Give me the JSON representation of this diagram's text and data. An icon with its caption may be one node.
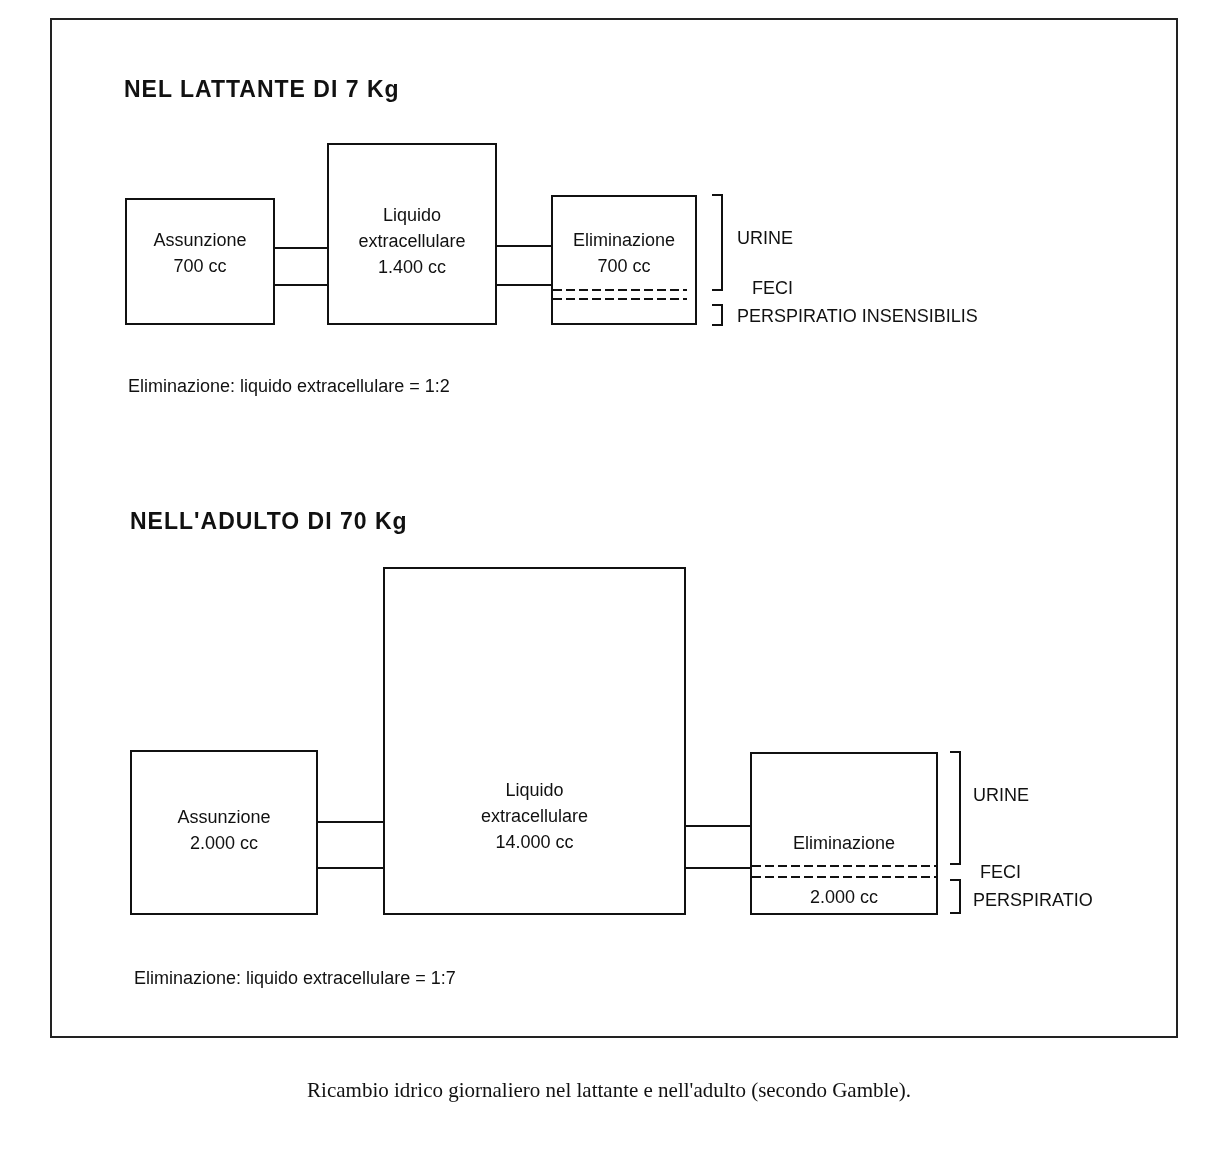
{
  "diagram": {
    "caption": "Ricambio idrico giornaliero nel lattante e nell'adulto (secondo Gamble).",
    "nodes": [
      {
        "text": [
          "Assunzione 700 cc"
        ]
      },
      {
        "text": [
          "Liquido extracellulare 1.400 cc"
        ]
      },
      {
        "text": [
          "Eliminazione 700 cc"
        ]
      },
      {
        "text": [
          "Assunzione 2.000 cc"
        ]
      },
      {
        "text": [
          "Liquido extracellulare 14.000 cc"
        ]
      },
      {
        "text": [
          "Eliminazione",
          "2.000 cc"
        ]
      }
    ],
    "edges": [
      {
        "from": 0,
        "to": 1,
        "arrow": "none"
      },
      {
        "from": 1,
        "to": 2,
        "arrow": "none"
      },
      {
        "from": 3,
        "to": 4,
        "arrow": "none"
      },
      {
        "from": 4,
        "to": 5,
        "arrow": "none"
      }
    ],
    "labels": [
      "NEL LATTANTE DI 7 Kg",
      "URINE",
      "FECI",
      "PERSPIRATIO INSENSIBILIS",
      "Eliminazione: liquido extracellulare = 1:2",
      "NELL'ADULTO DI 70 Kg",
      "URINE",
      "FECI",
      "PERSPIRATIO",
      "Eliminazione: liquido extracellulare = 1:7"
    ]
  }
}
